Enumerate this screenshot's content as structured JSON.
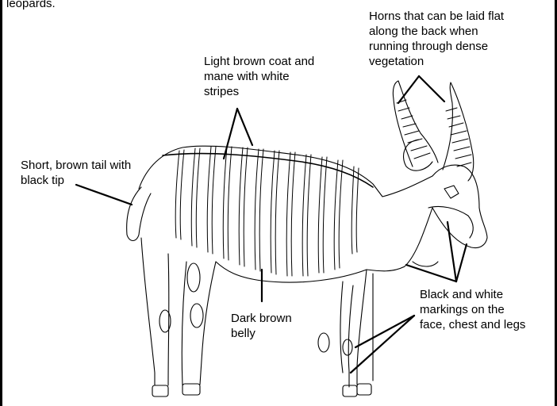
{
  "intro_fragment": "leopards.",
  "labels": {
    "horns": "Horns that can be laid flat\nalong the back when\nrunning through dense\nvegetation",
    "coat": "Light brown coat and\nmane with white\nstripes",
    "tail": "Short, brown tail with\nblack tip",
    "belly": "Dark brown\nbelly",
    "markings": "Black and white\nmarkings on the\nface, chest and legs"
  },
  "colors": {
    "line": "#000000",
    "background": "#ffffff"
  }
}
